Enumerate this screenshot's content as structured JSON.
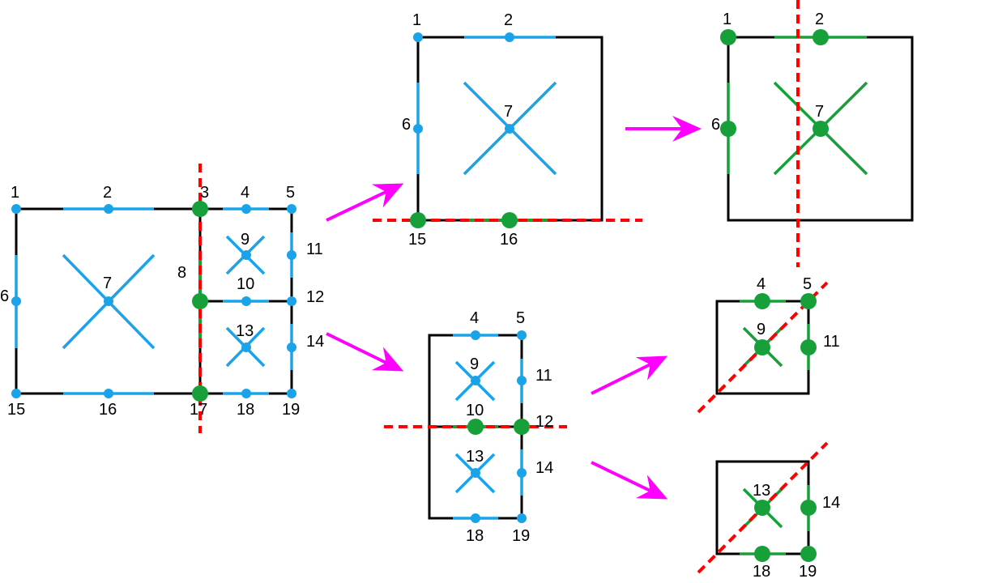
{
  "colors": {
    "blue": "#1aa3e8",
    "green": "#17a03a",
    "cut": "#ff0000",
    "arrow": "#ff00ff",
    "frame": "#000000"
  },
  "diagrams": {
    "main": {
      "labels": [
        "1",
        "2",
        "3",
        "4",
        "5",
        "6",
        "7",
        "8",
        "9",
        "10",
        "11",
        "12",
        "13",
        "14",
        "15",
        "16",
        "17",
        "18",
        "19"
      ]
    },
    "top_piece": {
      "labels": [
        "1",
        "2",
        "6",
        "7",
        "15",
        "16"
      ]
    },
    "top_right_piece": {
      "labels": [
        "1",
        "2",
        "6",
        "7"
      ]
    },
    "middle_piece": {
      "labels": [
        "4",
        "5",
        "9",
        "10",
        "11",
        "12",
        "13",
        "14",
        "18",
        "19"
      ]
    },
    "right_upper_piece": {
      "labels": [
        "4",
        "5",
        "9",
        "11"
      ]
    },
    "right_lower_piece": {
      "labels": [
        "13",
        "14",
        "18",
        "19"
      ]
    }
  }
}
